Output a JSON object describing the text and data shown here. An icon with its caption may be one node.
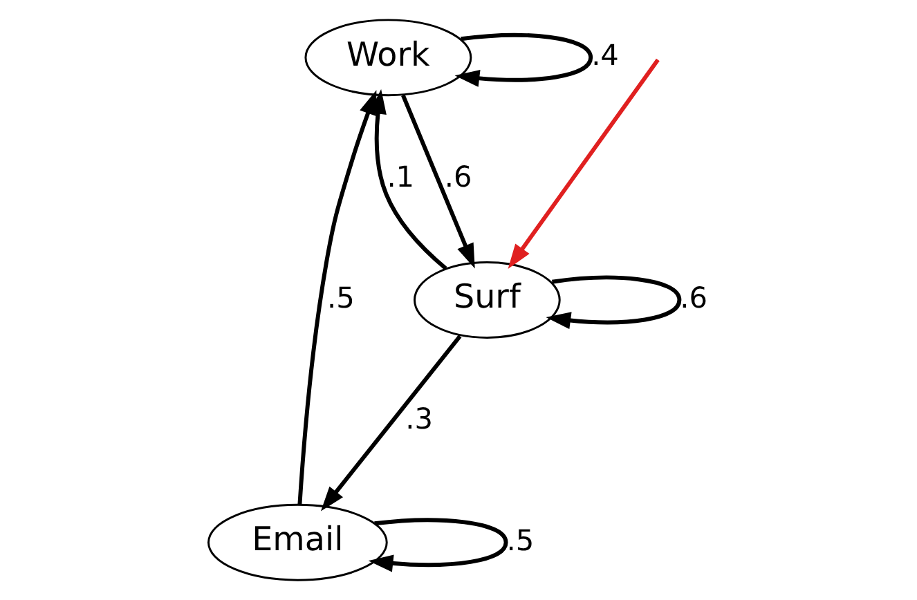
{
  "diagram": {
    "nodes": [
      {
        "text": [
          "Work"
        ]
      },
      {
        "text": [
          "Surf"
        ]
      },
      {
        "text": [
          "Email"
        ]
      }
    ],
    "edges": [
      {
        "from": 0,
        "to": 0,
        "label": ".4",
        "arrow": "to"
      },
      {
        "from": 0,
        "to": 1,
        "label": ".6",
        "arrow": "to"
      },
      {
        "from": 1,
        "to": 0,
        "label": ".1",
        "arrow": "to"
      },
      {
        "from": 1,
        "to": 1,
        "label": ".6",
        "arrow": "to"
      },
      {
        "from": 1,
        "to": 2,
        "label": ".3",
        "arrow": "to"
      },
      {
        "from": 2,
        "to": 0,
        "label": ".5",
        "arrow": "to"
      },
      {
        "from": 2,
        "to": 2,
        "label": ".5",
        "arrow": "to"
      },
      {
        "from": null,
        "to": 1,
        "arrow": "to",
        "color": "#e02020"
      }
    ]
  }
}
